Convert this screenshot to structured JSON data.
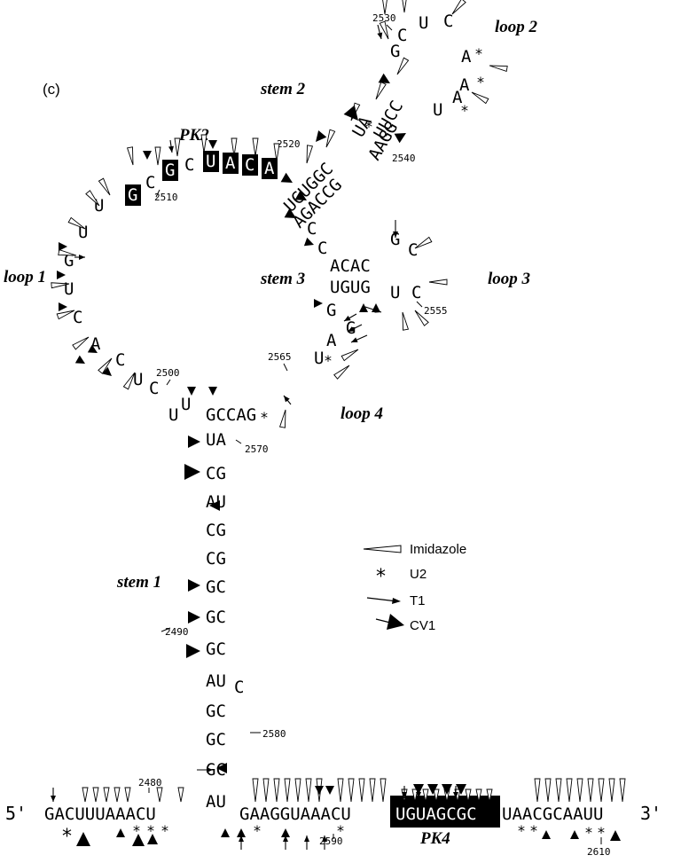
{
  "panel_label": "(c)",
  "labels": {
    "pk2": "PK2",
    "pk4": "PK4",
    "loop1": "loop 1",
    "loop2": "loop 2",
    "loop3": "loop 3",
    "loop4": "loop 4",
    "stem1": "stem 1",
    "stem2": "stem 2",
    "stem3": "stem 3"
  },
  "ends": {
    "five": "5'",
    "three": "3'"
  },
  "numbers": {
    "n2480": "2480",
    "n2490": "2490",
    "n2500": "2500",
    "n2510": "2510",
    "n2520": "2520",
    "n2530": "2530",
    "n2540": "2540",
    "n2555": "2555",
    "n2565": "2565",
    "n2570": "2570",
    "n2580": "2580",
    "n2590": "2590",
    "n2610": "2610"
  },
  "legend": {
    "imidazole": "Imidazole",
    "u2": "U2",
    "t1": "T1",
    "cv1": "CV1"
  },
  "sequences": {
    "bottom_left": "GACUUUAAACU",
    "bottom_mid": "GAAGGUAAACU",
    "pk4": "UGUAGCGC",
    "bottom_right": "UAACGCAAUU",
    "stem1_rows": [
      "UA",
      "CG",
      "AU",
      "CG",
      "CG",
      "GC",
      "GC",
      "GC",
      "AU",
      "GC",
      "GC",
      "GC",
      "AU"
    ],
    "stem1_bulge": "C",
    "loop4": "GCCAG",
    "loop4_left": "UUCU",
    "loop1_nts": [
      "C",
      "A",
      "C",
      "U",
      "G",
      "U",
      "U"
    ],
    "pk2": [
      "G",
      "C",
      "G",
      "C",
      "U",
      "A",
      "C",
      "A"
    ],
    "stem2_upper": "UCUGGC",
    "stem2_lower": "AGACCG",
    "stem2_top_a": "UA",
    "stem2_top_b": "UUCC",
    "stem2_top_c": "AAGG",
    "loop2_nts": [
      "G",
      "C",
      "U",
      "C",
      "A",
      "A",
      "U",
      "A"
    ],
    "stem3_cc": [
      "C",
      "C"
    ],
    "stem3_top": "ACAC",
    "stem3_bot": "UGUG",
    "loop3_nts": [
      "G",
      "C",
      "U",
      "C"
    ],
    "stem3_tail": [
      "G",
      "G",
      "A",
      "U"
    ]
  }
}
